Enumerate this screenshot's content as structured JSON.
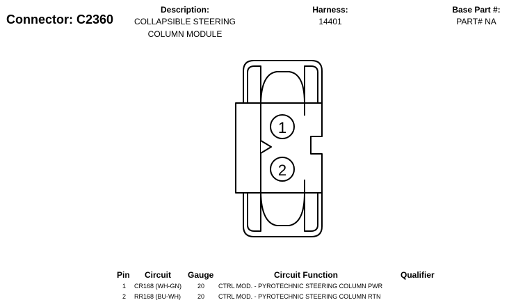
{
  "connector": {
    "label": "Connector:",
    "id": "C2360"
  },
  "description": {
    "label": "Description:",
    "lines": [
      "COLLAPSIBLE STEERING",
      "COLUMN MODULE"
    ]
  },
  "harness": {
    "label": "Harness:",
    "value": "14401"
  },
  "base_part": {
    "label": "Base Part #:",
    "value": "PART# NA"
  },
  "diagram": {
    "pins": [
      "1",
      "2"
    ]
  },
  "table": {
    "headers": {
      "pin": "Pin",
      "circuit": "Circuit",
      "gauge": "Gauge",
      "function": "Circuit Function",
      "qualifier": "Qualifier"
    },
    "rows": [
      {
        "pin": "1",
        "circuit": "CR168 (WH-GN)",
        "gauge": "20",
        "function": "CTRL MOD. - PYROTECHNIC STEERING COLUMN PWR",
        "qualifier": ""
      },
      {
        "pin": "2",
        "circuit": "RR168 (BU-WH)",
        "gauge": "20",
        "function": "CTRL MOD. - PYROTECHNIC STEERING COLUMN RTN",
        "qualifier": ""
      }
    ]
  }
}
